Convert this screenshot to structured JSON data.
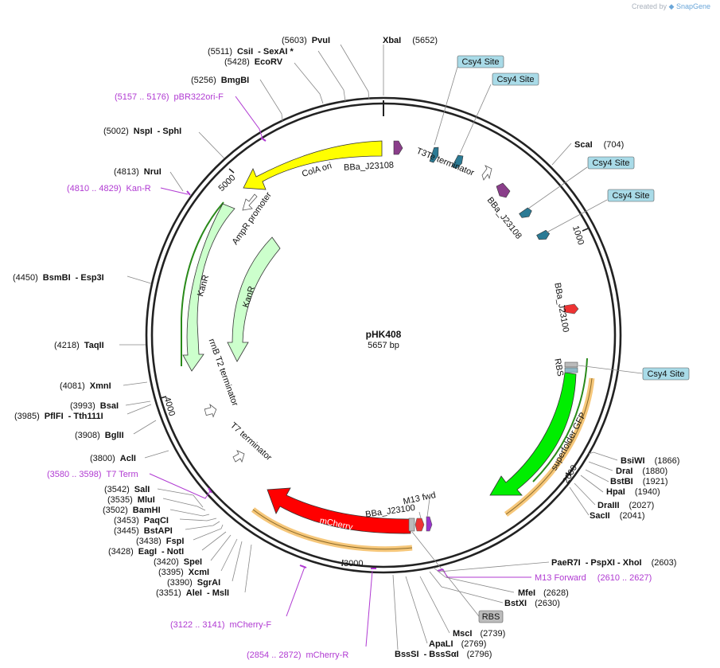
{
  "credit": {
    "prefix": "Created by",
    "brand": "SnapGene"
  },
  "plasmid": {
    "name": "pHK408",
    "length_label": "5657 bp"
  },
  "tick_labels": [
    "1000",
    "2000",
    "3000",
    "4000",
    "5000"
  ],
  "enzymes": [
    {
      "id": "pvui",
      "pos": "(5603)",
      "name": "PvuI",
      "extra": ""
    },
    {
      "id": "xbai",
      "pos": "(5652)",
      "name": "XbaI",
      "extra": ""
    },
    {
      "id": "csii",
      "pos": "(5511)",
      "name": "CsiI",
      "extra": "- SexAI *"
    },
    {
      "id": "ecorv",
      "pos": "(5428)",
      "name": "EcoRV",
      "extra": ""
    },
    {
      "id": "bmgbi",
      "pos": "(5256)",
      "name": "BmgBI",
      "extra": ""
    },
    {
      "id": "nspi",
      "pos": "(5002)",
      "name": "NspI",
      "extra": "- SphI"
    },
    {
      "id": "nrui",
      "pos": "(4813)",
      "name": "NruI",
      "extra": ""
    },
    {
      "id": "bsmbi",
      "pos": "(4450)",
      "name": "BsmBI",
      "extra": "- Esp3I"
    },
    {
      "id": "taqii",
      "pos": "(4218)",
      "name": "TaqII",
      "extra": ""
    },
    {
      "id": "xmni",
      "pos": "(4081)",
      "name": "XmnI",
      "extra": ""
    },
    {
      "id": "bsai",
      "pos": "(3993)",
      "name": "BsaI",
      "extra": ""
    },
    {
      "id": "pflfi",
      "pos": "(3985)",
      "name": "PflFI",
      "extra": "- Tth111I"
    },
    {
      "id": "bglii",
      "pos": "(3908)",
      "name": "BglII",
      "extra": ""
    },
    {
      "id": "acli",
      "pos": "(3800)",
      "name": "AclI",
      "extra": ""
    },
    {
      "id": "sali",
      "pos": "(3542)",
      "name": "SalI",
      "extra": ""
    },
    {
      "id": "mlui",
      "pos": "(3535)",
      "name": "MluI",
      "extra": ""
    },
    {
      "id": "bamhi",
      "pos": "(3502)",
      "name": "BamHI",
      "extra": ""
    },
    {
      "id": "paqci",
      "pos": "(3453)",
      "name": "PaqCI",
      "extra": ""
    },
    {
      "id": "bstapi",
      "pos": "(3445)",
      "name": "BstAPI",
      "extra": ""
    },
    {
      "id": "fspi",
      "pos": "(3438)",
      "name": "FspI",
      "extra": ""
    },
    {
      "id": "eagi",
      "pos": "(3428)",
      "name": "EagI",
      "extra": "- NotI"
    },
    {
      "id": "spei",
      "pos": "(3420)",
      "name": "SpeI",
      "extra": ""
    },
    {
      "id": "xcmi",
      "pos": "(3395)",
      "name": "XcmI",
      "extra": ""
    },
    {
      "id": "sgrai",
      "pos": "(3390)",
      "name": "SgrAI",
      "extra": ""
    },
    {
      "id": "alei",
      "pos": "(3351)",
      "name": "AleI",
      "extra": "- MslI"
    },
    {
      "id": "scai",
      "pos": "(704)",
      "name": "ScaI",
      "extra": ""
    },
    {
      "id": "bsiwi",
      "pos": "(1866)",
      "name": "BsiWI",
      "extra": ""
    },
    {
      "id": "drai",
      "pos": "(1880)",
      "name": "DraI",
      "extra": ""
    },
    {
      "id": "bstbi",
      "pos": "(1921)",
      "name": "BstBI",
      "extra": ""
    },
    {
      "id": "hpai",
      "pos": "(1940)",
      "name": "HpaI",
      "extra": ""
    },
    {
      "id": "draiii",
      "pos": "(2027)",
      "name": "DraIII",
      "extra": ""
    },
    {
      "id": "sacii",
      "pos": "(2041)",
      "name": "SacII",
      "extra": ""
    },
    {
      "id": "paer7i",
      "pos": "(2603)",
      "name": "PaeR7I",
      "extra": "- PspXI - XhoI"
    },
    {
      "id": "mfei",
      "pos": "(2628)",
      "name": "MfeI",
      "extra": ""
    },
    {
      "id": "bstxi",
      "pos": "(2630)",
      "name": "BstXI",
      "extra": ""
    },
    {
      "id": "msci",
      "pos": "(2739)",
      "name": "MscI",
      "extra": ""
    },
    {
      "id": "apali",
      "pos": "(2769)",
      "name": "ApaLI",
      "extra": ""
    },
    {
      "id": "bsssi",
      "pos": "(2796)",
      "name": "BssSI",
      "extra": "- BssSαI"
    }
  ],
  "primers": [
    {
      "id": "pbr322ori",
      "range": "(5157 .. 5176)",
      "name": "pBR322ori-F"
    },
    {
      "id": "kanr",
      "range": "(4810 .. 4829)",
      "name": "Kan-R"
    },
    {
      "id": "t7term",
      "range": "(3580 .. 3598)",
      "name": "T7 Term"
    },
    {
      "id": "m13f",
      "range": "(2610 .. 2627)",
      "name": "M13 Forward"
    },
    {
      "id": "mcherryf",
      "range": "(3122 .. 3141)",
      "name": "mCherry-F"
    },
    {
      "id": "mcherryr",
      "range": "(2854 .. 2872)",
      "name": "mCherry-R"
    }
  ],
  "boxed_features": [
    {
      "id": "csy4-1",
      "label": "Csy4 Site"
    },
    {
      "id": "csy4-2",
      "label": "Csy4 Site"
    },
    {
      "id": "csy4-3",
      "label": "Csy4 Site"
    },
    {
      "id": "csy4-4",
      "label": "Csy4 Site"
    },
    {
      "id": "csy4-5",
      "label": "Csy4 Site"
    },
    {
      "id": "rbs-box",
      "label": "RBS"
    }
  ],
  "features": {
    "cola_ori": "ColA ori",
    "ampr_promoter": "AmpR promoter",
    "kanr_outer": "KanR",
    "kanr_inner": "KanR",
    "rrnb_t2": "rrnB T2 terminator",
    "t7_terminator": "T7 terminator",
    "mcherry": "mCherry",
    "m13_fwd": "M13 fwd",
    "bba_j23100_bottom": "BBa_J23100",
    "bba_j23100_right": "BBa_J23100",
    "rbs_right": "RBS",
    "superfolder_gfp": "superfolder GFP",
    "bba_j23108_top": "BBa_J23108",
    "t3te_terminator": "T3Te terminator",
    "bba_j23108_right": "BBa_J23108"
  },
  "colors": {
    "cola_ori": "#ffff00",
    "kanr": "#ccffcc",
    "mcherry": "#ff0000",
    "gfp": "#00ee00",
    "csy4": "#2b7a94",
    "bba": "#8a3e8a",
    "primer": "#b03ad2",
    "box_fill": "#a9dbe8",
    "rbs_fill": "#bcbcbc"
  }
}
